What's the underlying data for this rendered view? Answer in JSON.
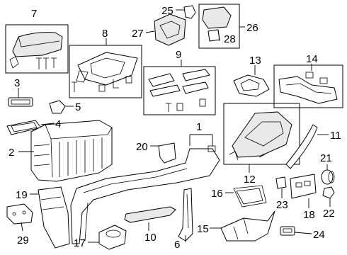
{
  "callouts": [
    {
      "id": "1",
      "text": "1"
    },
    {
      "id": "2",
      "text": "2"
    },
    {
      "id": "3",
      "text": "3"
    },
    {
      "id": "4",
      "text": "4"
    },
    {
      "id": "5",
      "text": "5"
    },
    {
      "id": "6",
      "text": "6"
    },
    {
      "id": "7",
      "text": "7"
    },
    {
      "id": "8",
      "text": "8"
    },
    {
      "id": "9",
      "text": "9"
    },
    {
      "id": "10",
      "text": "10"
    },
    {
      "id": "11",
      "text": "11"
    },
    {
      "id": "12",
      "text": "12"
    },
    {
      "id": "13",
      "text": "13"
    },
    {
      "id": "14",
      "text": "14"
    },
    {
      "id": "15",
      "text": "15"
    },
    {
      "id": "16",
      "text": "16"
    },
    {
      "id": "17",
      "text": "17"
    },
    {
      "id": "18",
      "text": "18"
    },
    {
      "id": "19",
      "text": "19"
    },
    {
      "id": "20",
      "text": "20"
    },
    {
      "id": "21",
      "text": "21"
    },
    {
      "id": "22",
      "text": "22"
    },
    {
      "id": "23",
      "text": "23"
    },
    {
      "id": "24",
      "text": "24"
    },
    {
      "id": "25",
      "text": "25"
    },
    {
      "id": "26",
      "text": "26"
    },
    {
      "id": "27",
      "text": "27"
    },
    {
      "id": "28",
      "text": "28"
    },
    {
      "id": "29",
      "text": "29"
    }
  ],
  "colors": {
    "line": "#000000",
    "background": "#ffffff",
    "shade": "#e9e9e9"
  }
}
